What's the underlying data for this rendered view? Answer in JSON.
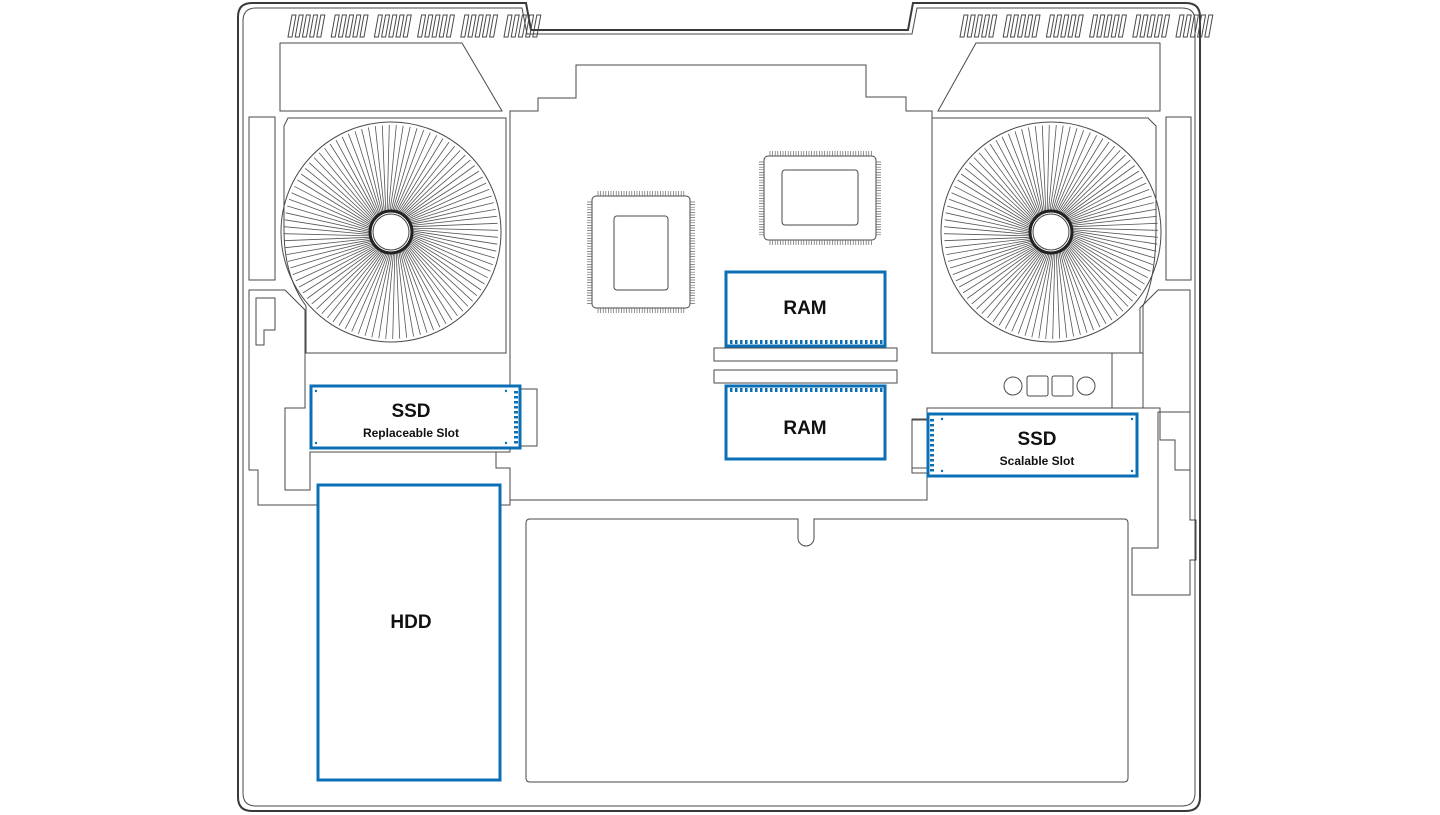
{
  "components": {
    "ram_top": {
      "title": "RAM"
    },
    "ram_bottom": {
      "title": "RAM"
    },
    "ssd_left": {
      "title": "SSD",
      "subtitle": "Replaceable Slot"
    },
    "ssd_right": {
      "title": "SSD",
      "subtitle": "Scalable Slot"
    },
    "hdd": {
      "title": "HDD"
    }
  },
  "colors": {
    "component_outline": "#0a6fb4",
    "line_art": "#4a4a4a"
  }
}
